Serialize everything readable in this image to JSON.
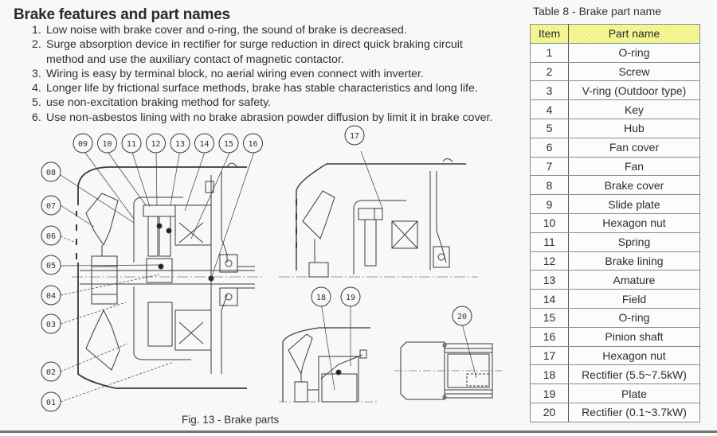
{
  "heading": "Brake features and part names",
  "features": [
    {
      "num": "1.",
      "text": "Low noise with brake cover and o-ring, the sound of brake is decreased."
    },
    {
      "num": "2.",
      "text": "Surge absorption device in rectifier for surge reduction in direct quick braking circuit",
      "cont": "method and use the auxiliary contact of magnetic contactor."
    },
    {
      "num": "3.",
      "text": "Wiring is easy by terminal block, no aerial wiring even connect with inverter."
    },
    {
      "num": "4.",
      "text": "Longer life by frictional surface methods, brake has stable characteristics and long life."
    },
    {
      "num": "5.",
      "text": "use non-excitation braking method for safety."
    },
    {
      "num": "6.",
      "text": "Use non-asbestos lining with no brake abrasion powder diffusion by limit it in brake cover."
    }
  ],
  "table": {
    "caption": "Table 8 - Brake part name",
    "headers": {
      "item": "Item",
      "part": "Part name"
    },
    "header_color": "#eef27a",
    "rows": [
      {
        "item": "1",
        "part": "O-ring"
      },
      {
        "item": "2",
        "part": "Screw"
      },
      {
        "item": "3",
        "part": "V-ring (Outdoor type)"
      },
      {
        "item": "4",
        "part": "Key"
      },
      {
        "item": "5",
        "part": "Hub"
      },
      {
        "item": "6",
        "part": "Fan cover"
      },
      {
        "item": "7",
        "part": "Fan"
      },
      {
        "item": "8",
        "part": "Brake cover"
      },
      {
        "item": "9",
        "part": "Slide plate"
      },
      {
        "item": "10",
        "part": "Hexagon nut"
      },
      {
        "item": "11",
        "part": "Spring"
      },
      {
        "item": "12",
        "part": "Brake lining"
      },
      {
        "item": "13",
        "part": "Amature"
      },
      {
        "item": "14",
        "part": "Field"
      },
      {
        "item": "15",
        "part": "O-ring"
      },
      {
        "item": "16",
        "part": "Pinion shaft"
      },
      {
        "item": "17",
        "part": "Hexagon nut"
      },
      {
        "item": "18",
        "part": "Rectifier (5.5~7.5kW)"
      },
      {
        "item": "19",
        "part": "Plate"
      },
      {
        "item": "20",
        "part": "Rectifier (0.1~3.7kW)"
      }
    ]
  },
  "figure": {
    "caption": "Fig. 13 - Brake parts",
    "callouts_top": [
      "09",
      "10",
      "11",
      "12",
      "13",
      "14",
      "15",
      "16"
    ],
    "callouts_left": [
      "08",
      "07",
      "06",
      "05",
      "04",
      "03",
      "02",
      "01"
    ],
    "callout_17": "17",
    "callout_18": "18",
    "callout_19": "19",
    "callout_20": "20"
  }
}
